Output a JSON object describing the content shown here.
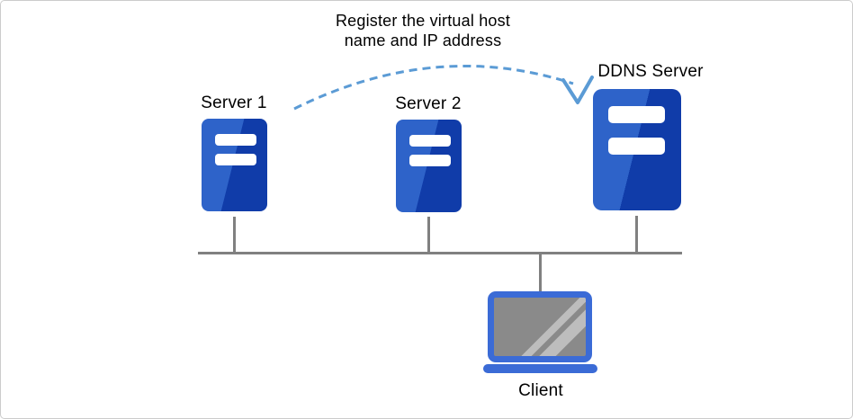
{
  "caption": {
    "line1": "Register the virtual host",
    "line2": "name and IP address"
  },
  "nodes": {
    "server1": "Server 1",
    "server2": "Server 2",
    "ddns_server": "DDNS Server",
    "client": "Client"
  },
  "colors": {
    "server_light_blue": "#2e63c9",
    "server_dark_blue": "#103ca9",
    "laptop_blue": "#3b6bd6",
    "screen_gray": "#8a8a8a",
    "screen_glare_gray": "#bdbdbd",
    "connector_gray": "#808080",
    "arrow_blue": "#5b9bd5",
    "canvas_border": "#cccccc"
  }
}
